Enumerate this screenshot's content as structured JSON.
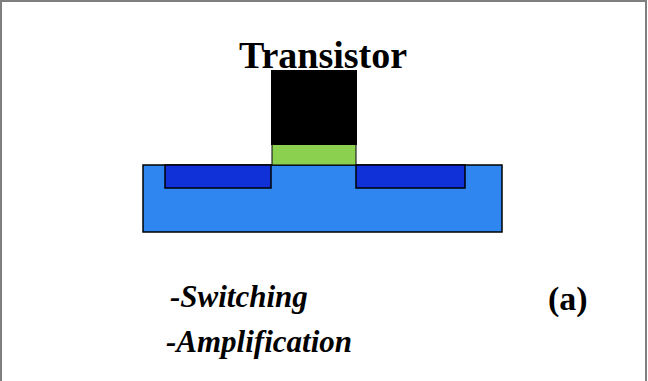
{
  "diagram": {
    "title": "Transistor",
    "labels": [
      "-Switching",
      "-Amplification",
      "(a)"
    ]
  }
}
